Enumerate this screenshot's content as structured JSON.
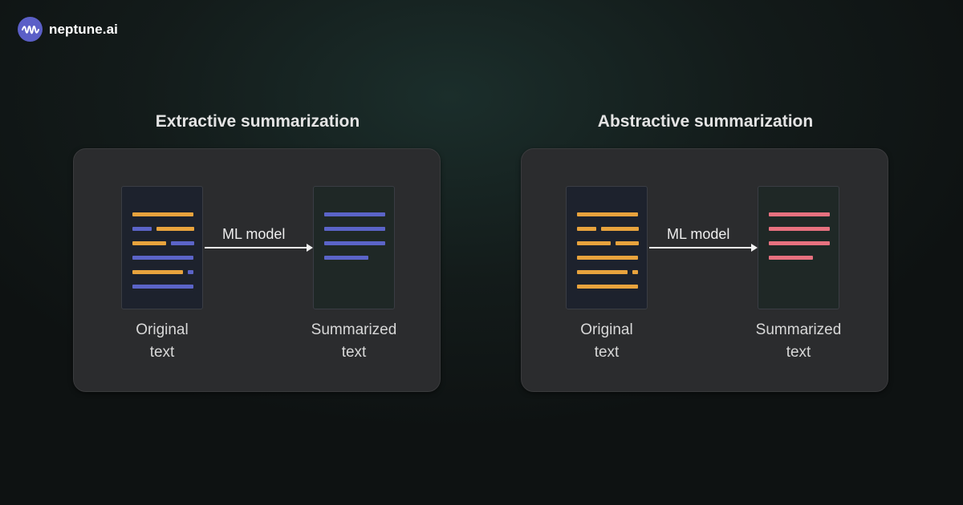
{
  "brand": {
    "name": "neptune.ai",
    "icon": "neptune-logo-icon"
  },
  "colors": {
    "original_orange": "#e8a33d",
    "original_blue": "#5b64c8",
    "extractive_summary_blue": "#5b64c8",
    "abstractive_summary_pink": "#e7717f"
  },
  "panels": [
    {
      "title": "Extractive summarization",
      "arrow_label": "ML model",
      "source_caption": [
        "Original",
        "text"
      ],
      "target_caption": [
        "Summarized",
        "text"
      ],
      "source_lines": [
        [
          {
            "w": 1.0,
            "c": "orange"
          }
        ],
        [
          {
            "w": 0.31,
            "c": "blue"
          },
          {
            "w": 0.62,
            "c": "orange"
          }
        ],
        [
          {
            "w": 0.55,
            "c": "orange"
          },
          {
            "w": 0.38,
            "c": "blue"
          }
        ],
        [
          {
            "w": 1.0,
            "c": "blue"
          }
        ],
        [
          {
            "w": 0.83,
            "c": "orange"
          },
          {
            "w": 0.09,
            "c": "blue"
          }
        ],
        [
          {
            "w": 1.0,
            "c": "blue"
          }
        ]
      ],
      "target_lines": [
        {
          "w": 1.0,
          "c": "blue"
        },
        {
          "w": 1.0,
          "c": "blue"
        },
        {
          "w": 1.0,
          "c": "blue"
        },
        {
          "w": 0.72,
          "c": "blue"
        }
      ]
    },
    {
      "title": "Abstractive summarization",
      "arrow_label": "ML model",
      "source_caption": [
        "Original",
        "text"
      ],
      "target_caption": [
        "Summarized",
        "text"
      ],
      "source_lines": [
        [
          {
            "w": 1.0,
            "c": "orange"
          }
        ],
        [
          {
            "w": 0.31,
            "c": "orange"
          },
          {
            "w": 0.62,
            "c": "orange"
          }
        ],
        [
          {
            "w": 0.55,
            "c": "orange"
          },
          {
            "w": 0.38,
            "c": "orange"
          }
        ],
        [
          {
            "w": 1.0,
            "c": "orange"
          }
        ],
        [
          {
            "w": 0.83,
            "c": "orange"
          },
          {
            "w": 0.09,
            "c": "orange"
          }
        ],
        [
          {
            "w": 1.0,
            "c": "orange"
          }
        ]
      ],
      "target_lines": [
        {
          "w": 1.0,
          "c": "pink"
        },
        {
          "w": 1.0,
          "c": "pink"
        },
        {
          "w": 1.0,
          "c": "pink"
        },
        {
          "w": 0.72,
          "c": "pink"
        }
      ]
    }
  ]
}
